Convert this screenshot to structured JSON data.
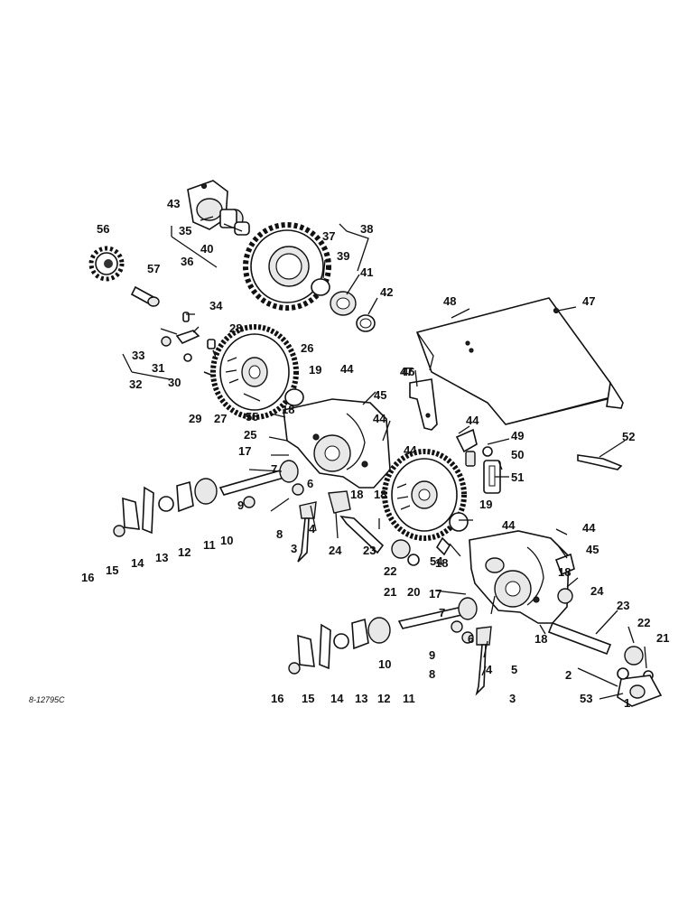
{
  "figure": {
    "code": "8-12795C",
    "callouts": [
      "1",
      "2",
      "3",
      "4",
      "5",
      "6",
      "7",
      "8",
      "9",
      "10",
      "11",
      "12",
      "13",
      "14",
      "15",
      "16",
      "17",
      "18",
      "19",
      "20",
      "21",
      "22",
      "23",
      "24",
      "25",
      "26",
      "27",
      "28",
      "29",
      "30",
      "31",
      "32",
      "33",
      "34",
      "35",
      "36",
      "37",
      "38",
      "39",
      "40",
      "41",
      "42",
      "43",
      "44",
      "45",
      "46",
      "47",
      "48",
      "49",
      "50",
      "51",
      "52",
      "53",
      "54",
      "55",
      "56",
      "57"
    ]
  }
}
